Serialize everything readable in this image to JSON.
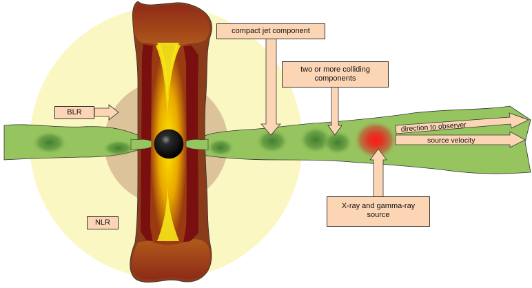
{
  "labels": {
    "blr": "BLR",
    "nlr": "NLR",
    "compact_jet": "compact jet component",
    "colliding_line1": "two or more colliding",
    "colliding_line2": "components",
    "direction": "direction to observer",
    "velocity": "source velocity",
    "xray_line1": "X-ray and gamma-ray",
    "xray_line2": "source"
  },
  "colors": {
    "nlr_halo": "#fbf7c3",
    "blr_disk": "#ddc39a",
    "jet_green": "#96c45e",
    "knot_dark": "#3f7a2e",
    "hot_spot": "#e8201c",
    "torus_outer": "#8a3b1a",
    "torus_inner": "#7a0f0f",
    "core_yellow": "#f0dc10",
    "black_hole": "#0a0a0a",
    "label_fill": "#fcd5b5",
    "arrow_fill": "#fcd5b5"
  }
}
